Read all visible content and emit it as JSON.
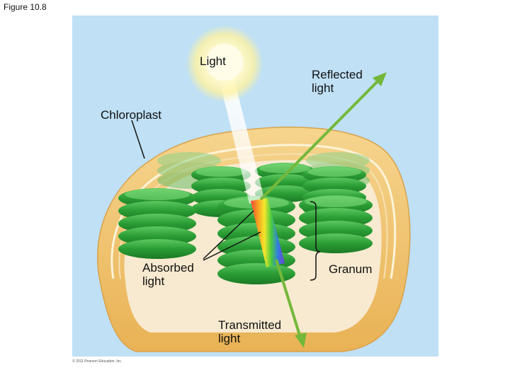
{
  "figure_title": "Figure 10.8",
  "labels": {
    "light": "Light",
    "reflected_light": "Reflected\nlight",
    "chloroplast": "Chloroplast",
    "absorbed_light": "Absorbed\nlight",
    "granum": "Granum",
    "transmitted_light": "Transmitted\nlight"
  },
  "copyright": "© 2011 Pearson Education, Inc.",
  "colors": {
    "background": "#bfe0f5",
    "envelope": "#f2c46e",
    "stroma": "#f7e7c6",
    "thylakoid": "#2fa43a",
    "arrow_green": "#74b83a",
    "sun": "#fff6b0"
  }
}
